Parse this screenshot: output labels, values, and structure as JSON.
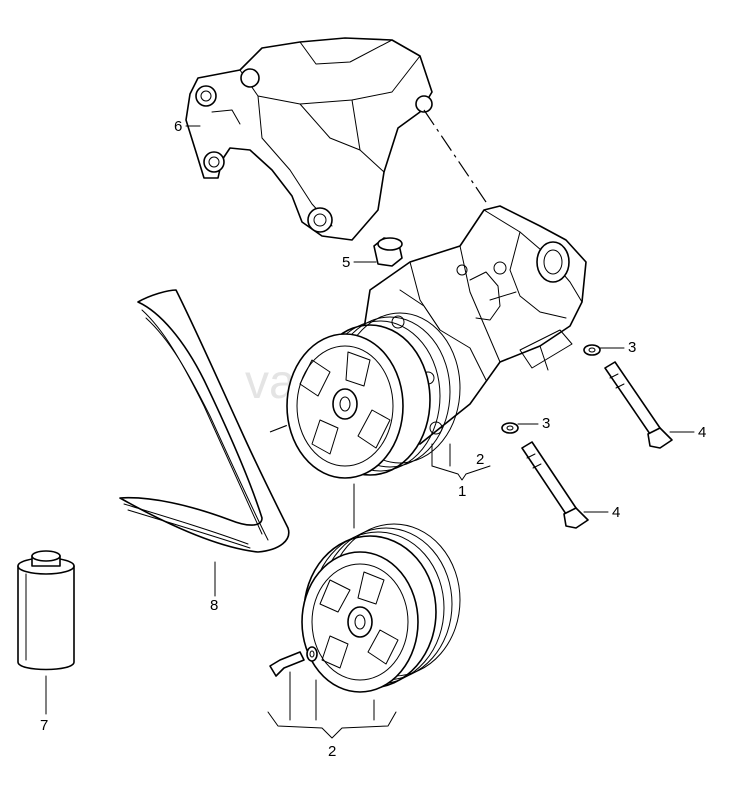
{
  "watermark": "vamreoe",
  "callouts": {
    "c1": "1",
    "c2a": "2",
    "c2b": "2",
    "c3a": "3",
    "c3b": "3",
    "c4a": "4",
    "c4b": "4",
    "c5": "5",
    "c6": "6",
    "c7": "7",
    "c8": "8"
  }
}
